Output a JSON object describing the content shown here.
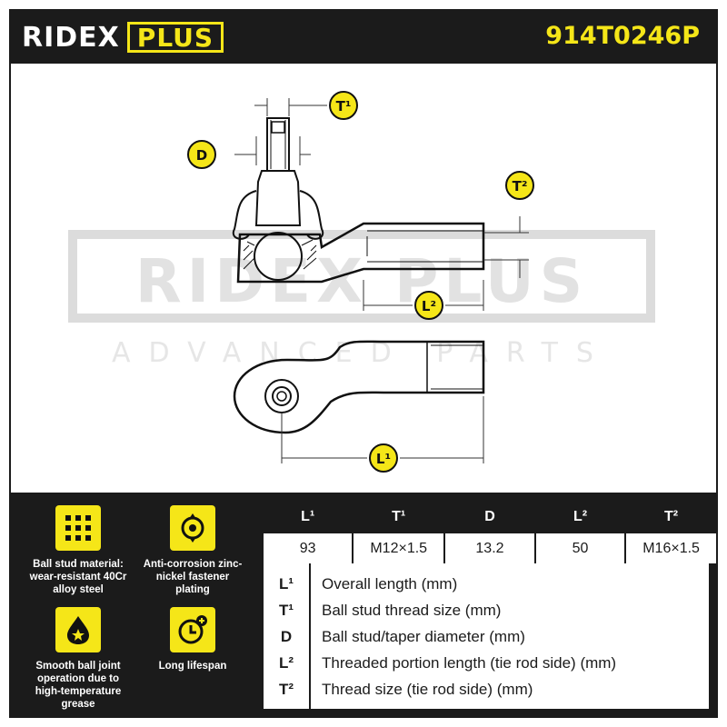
{
  "header": {
    "brand": "RIDEX",
    "brand_plus": "PLUS",
    "part_number": "914T0246P"
  },
  "watermark": {
    "brand": "RIDEX PLUS",
    "tagline": "ADVANCED PARTS"
  },
  "dimension_labels": {
    "t1": "T¹",
    "d": "D",
    "t2": "T²",
    "l2": "L²",
    "l1": "L¹"
  },
  "features": [
    {
      "icon": "alloy-grid-icon",
      "label": "Ball stud material: wear-resistant 40Cr alloy steel"
    },
    {
      "icon": "plating-cycle-icon",
      "label": "Anti-corrosion zinc-nickel fastener plating"
    },
    {
      "icon": "grease-drop-icon",
      "label": "Smooth ball joint operation due to high-temperature grease"
    },
    {
      "icon": "lifespan-clock-icon",
      "label": "Long lifespan"
    }
  ],
  "spec_table": {
    "headers": [
      "L¹",
      "T¹",
      "D",
      "L²",
      "T²"
    ],
    "values": [
      "93",
      "M12×1.5",
      "13.2",
      "50",
      "M16×1.5"
    ]
  },
  "legend": [
    {
      "symbol": "L¹",
      "description": "Overall length (mm)"
    },
    {
      "symbol": "T¹",
      "description": "Ball stud thread size (mm)"
    },
    {
      "symbol": "D",
      "description": "Ball stud/taper diameter (mm)"
    },
    {
      "symbol": "L²",
      "description": "Threaded portion length (tie rod side) (mm)"
    },
    {
      "symbol": "T²",
      "description": "Thread size (tie rod side) (mm)"
    }
  ],
  "colors": {
    "accent": "#f5e618",
    "dark": "#1b1b1b",
    "background": "#ffffff"
  }
}
